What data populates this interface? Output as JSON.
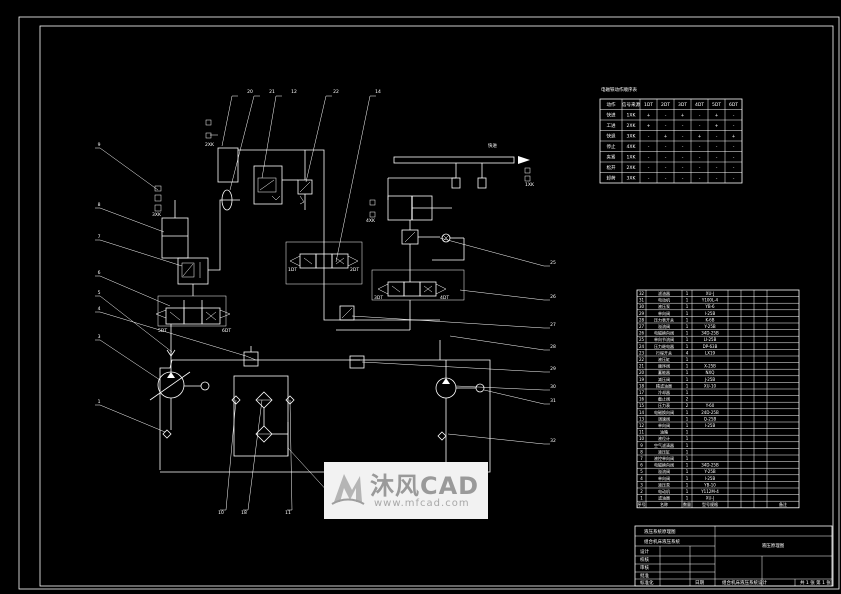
{
  "watermark": {
    "title": "沐风CAD",
    "url": "www.mfcad.com"
  },
  "callouts": {
    "top": [
      "20",
      "21",
      "12",
      "22",
      "14"
    ],
    "left": [
      "9",
      "8",
      "7",
      "6",
      "5",
      "4",
      "3",
      "1"
    ],
    "right": [
      "25",
      "26",
      "27",
      "28",
      "29",
      "30",
      "31",
      "32"
    ],
    "bottom": [
      "10",
      "18",
      "11"
    ]
  },
  "labels": {
    "cylinder_arrow": "快进",
    "sensor_a": "1XK",
    "sensor_b": "2XK",
    "sensor_c": "3XK",
    "sensor_d": "4XK",
    "valve_a_left": "1DT",
    "valve_a_right": "2DT",
    "valve_b_left": "3DT",
    "valve_b_right": "4DT",
    "valve_c_left": "5DT",
    "valve_c_right": "6DT"
  },
  "action_table": {
    "title": "电磁铁动作顺序表",
    "headers": [
      "动作",
      "信号来源",
      "1DT",
      "2DT",
      "3DT",
      "4DT",
      "5DT",
      "6DT"
    ],
    "rows": [
      [
        "快进",
        "1XK",
        "+",
        "-",
        "+",
        "-",
        "+",
        "-"
      ],
      [
        "工进",
        "2XK",
        "+",
        "-",
        "-",
        "-",
        "+",
        "-"
      ],
      [
        "快退",
        "3XK",
        "-",
        "+",
        "-",
        "+",
        "-",
        "+"
      ],
      [
        "停止",
        "4XK",
        "-",
        "-",
        "-",
        "-",
        "-",
        "-"
      ],
      [
        "夹紧",
        "1XK",
        "-",
        "-",
        "-",
        "-",
        "-",
        "-"
      ],
      [
        "松开",
        "2XK",
        "-",
        "-",
        "-",
        "-",
        "-",
        "-"
      ],
      [
        "卸荷",
        "3XK",
        "-",
        "-",
        "-",
        "-",
        "-",
        "-"
      ]
    ]
  },
  "parts_list": {
    "rows": [
      [
        "32",
        "滤油器",
        "1",
        "XU-J",
        "",
        "",
        "",
        ""
      ],
      [
        "31",
        "电动机",
        "1",
        "Y100L-4",
        "",
        "",
        "",
        ""
      ],
      [
        "30",
        "液压泵",
        "1",
        "YB-6",
        "",
        "",
        "",
        ""
      ],
      [
        "29",
        "单向阀",
        "1",
        "I-25B",
        "",
        "",
        "",
        ""
      ],
      [
        "28",
        "压力表开关",
        "1",
        "K-6B",
        "",
        "",
        "",
        ""
      ],
      [
        "27",
        "溢流阀",
        "1",
        "Y-25B",
        "",
        "",
        "",
        ""
      ],
      [
        "26",
        "电磁换向阀",
        "1",
        "34D-25B",
        "",
        "",
        "",
        ""
      ],
      [
        "25",
        "单向节流阀",
        "1",
        "LI-25B",
        "",
        "",
        "",
        ""
      ],
      [
        "24",
        "压力继电器",
        "1",
        "DP-63B",
        "",
        "",
        "",
        ""
      ],
      [
        "23",
        "行程开关",
        "4",
        "LX19",
        "",
        "",
        "",
        ""
      ],
      [
        "22",
        "液压缸",
        "1",
        "",
        "",
        "",
        "",
        ""
      ],
      [
        "21",
        "顺序阀",
        "1",
        "X-25B",
        "",
        "",
        "",
        ""
      ],
      [
        "20",
        "蓄能器",
        "1",
        "NXQ",
        "",
        "",
        "",
        ""
      ],
      [
        "19",
        "减压阀",
        "1",
        "J-25B",
        "",
        "",
        "",
        ""
      ],
      [
        "18",
        "精滤油器",
        "1",
        "XU-10",
        "",
        "",
        "",
        ""
      ],
      [
        "17",
        "冷却器",
        "1",
        "",
        "",
        "",
        "",
        ""
      ],
      [
        "16",
        "截止阀",
        "2",
        "",
        "",
        "",
        "",
        ""
      ],
      [
        "15",
        "压力表",
        "2",
        "Y-60",
        "",
        "",
        "",
        ""
      ],
      [
        "14",
        "电磁换向阀",
        "1",
        "24D-25B",
        "",
        "",
        "",
        ""
      ],
      [
        "13",
        "调速阀",
        "1",
        "Q-25B",
        "",
        "",
        "",
        ""
      ],
      [
        "12",
        "单向阀",
        "1",
        "I-25B",
        "",
        "",
        "",
        ""
      ],
      [
        "11",
        "油箱",
        "1",
        "",
        "",
        "",
        "",
        ""
      ],
      [
        "10",
        "液位计",
        "1",
        "",
        "",
        "",
        "",
        ""
      ],
      [
        "9",
        "空气滤清器",
        "1",
        "",
        "",
        "",
        "",
        ""
      ],
      [
        "8",
        "液压缸",
        "1",
        "",
        "",
        "",
        "",
        ""
      ],
      [
        "7",
        "液控单向阀",
        "1",
        "",
        "",
        "",
        "",
        ""
      ],
      [
        "6",
        "电磁换向阀",
        "1",
        "34D-25B",
        "",
        "",
        "",
        ""
      ],
      [
        "5",
        "溢流阀",
        "1",
        "Y-25B",
        "",
        "",
        "",
        ""
      ],
      [
        "4",
        "单向阀",
        "1",
        "I-25B",
        "",
        "",
        "",
        ""
      ],
      [
        "3",
        "液压泵",
        "1",
        "YB-10",
        "",
        "",
        "",
        ""
      ],
      [
        "2",
        "电动机",
        "1",
        "Y112M-4",
        "",
        "",
        "",
        ""
      ],
      [
        "1",
        "滤油器",
        "1",
        "XU-J",
        "",
        "",
        "",
        ""
      ]
    ],
    "header": [
      "序号",
      "名称",
      "数量",
      "型号规格",
      "",
      "",
      "",
      "备注"
    ]
  },
  "title_block": {
    "school": "液压系统原理图",
    "subtitle": "组合机床液压系统",
    "drawing_name": "液压原理图",
    "fields": [
      "设计",
      "校核",
      "审核",
      "批准",
      "标准化",
      "日期"
    ],
    "sheet": "共 1 张  第 1 张",
    "project": "组合机床液压系统设计"
  }
}
